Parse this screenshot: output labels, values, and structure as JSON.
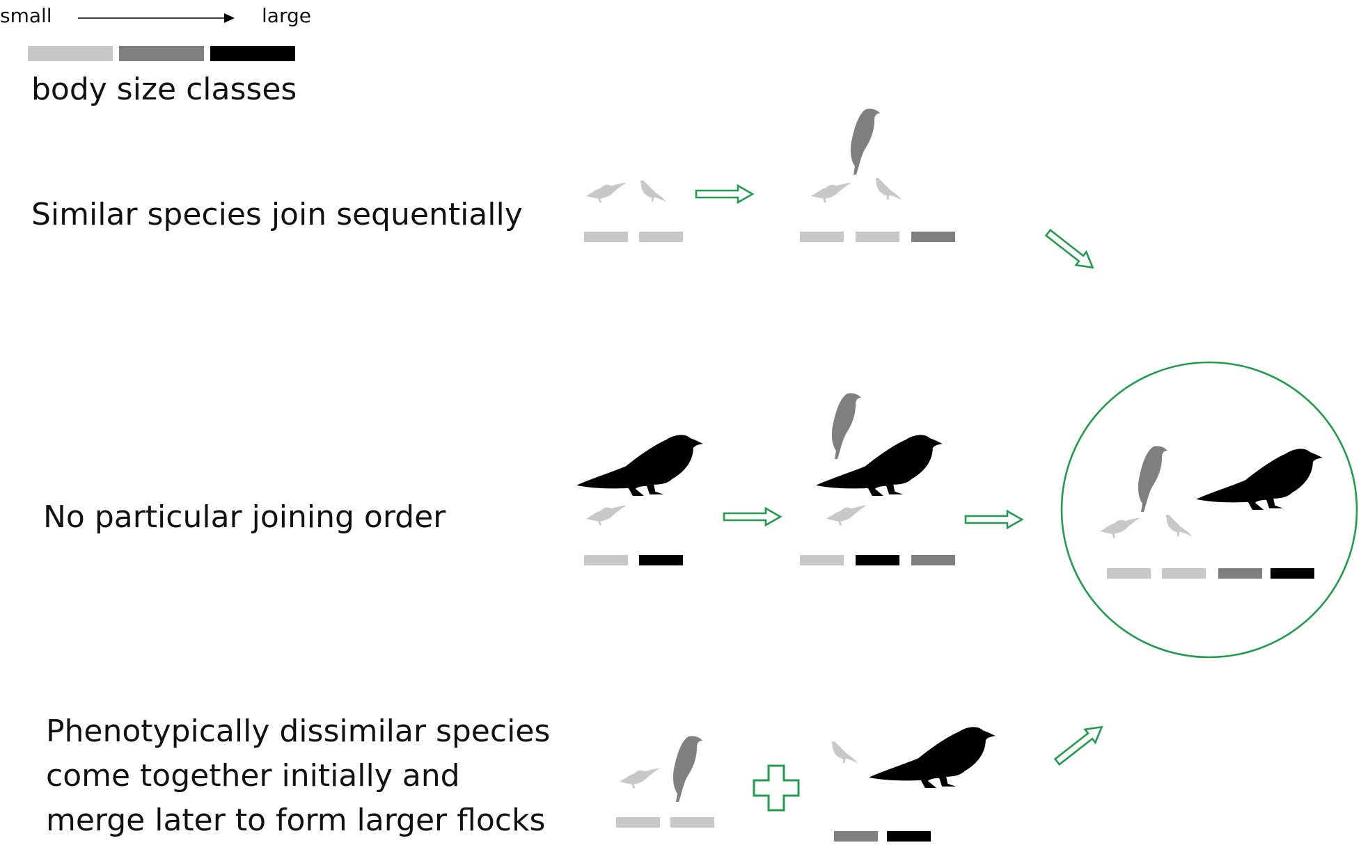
{
  "legend": {
    "small_label": "small",
    "large_label": "large",
    "caption": "body size classes",
    "classes": [
      {
        "name": "small",
        "color": "#c8c8c8"
      },
      {
        "name": "medium",
        "color": "#7f7f7f"
      },
      {
        "name": "large",
        "color": "#000000"
      }
    ]
  },
  "rows": {
    "sequential": {
      "label": "Similar species join sequentially",
      "before": [
        "small",
        "small"
      ],
      "after": [
        "small",
        "small",
        "medium"
      ]
    },
    "random": {
      "label": "No particular joining order",
      "before": [
        "small",
        "large"
      ],
      "after": [
        "small",
        "large",
        "medium"
      ]
    },
    "merge": {
      "label_lines": [
        "Phenotypically dissimilar species",
        "come together initially and",
        "merge later to form larger flocks"
      ],
      "group_a": [
        "small",
        "small"
      ],
      "group_b": [
        "medium",
        "large"
      ]
    }
  },
  "final_flock": [
    "small",
    "small",
    "medium",
    "large"
  ],
  "colors": {
    "arrow": "#1f9d4d",
    "small": "#c8c8c8",
    "medium": "#7f7f7f",
    "large": "#000000"
  },
  "icons": [
    "bird-icon",
    "arrow-right-icon",
    "plus-icon",
    "circle-icon"
  ]
}
